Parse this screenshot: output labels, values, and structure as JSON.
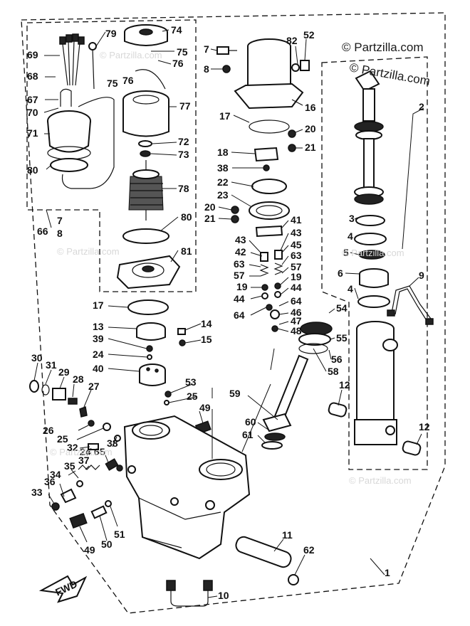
{
  "watermark": "© Partzilla.com",
  "watermark_faint": "© Partzilla.com",
  "fwd_label": "FWD",
  "callouts": {
    "c79": "79",
    "c74": "74",
    "c75a": "75",
    "c76a": "76",
    "c69": "69",
    "c68": "68",
    "c75b": "75",
    "c76b": "76",
    "c67": "67",
    "c70": "70",
    "c77": "77",
    "c71": "71",
    "c72": "72",
    "c73": "73",
    "c80a": "80",
    "c78": "78",
    "c66": "66",
    "c7a": "7",
    "c8a": "8",
    "c80b": "80",
    "c81": "81",
    "c7b": "7",
    "c8b": "8",
    "c82": "82",
    "c52": "52",
    "c16": "16",
    "c17a": "17",
    "c20a": "20",
    "c21a": "21",
    "c18": "18",
    "c38a": "38",
    "c22": "22",
    "c23": "23",
    "c20b": "20",
    "c21b": "21",
    "c41": "41",
    "c43a": "43",
    "c43b": "43",
    "c42": "42",
    "c45": "45",
    "c63a": "63",
    "c63b": "63",
    "c57a": "57",
    "c57b": "57",
    "c19a": "19",
    "c19b": "19",
    "c44a": "44",
    "c44b": "44",
    "c64a": "64",
    "c64b": "64",
    "c46": "46",
    "c47": "47",
    "c48": "48",
    "c54": "54",
    "c55": "55",
    "c56": "56",
    "c58": "58",
    "c2": "2",
    "c3": "3",
    "c4a": "4",
    "c5": "5",
    "c6": "6",
    "c4b": "4",
    "c9": "9",
    "c17b": "17",
    "c13": "13",
    "c39": "39",
    "c24a": "24",
    "c40": "40",
    "c14": "14",
    "c15": "15",
    "c53": "53",
    "c25a": "25",
    "c49a": "49",
    "c30": "30",
    "c31": "31",
    "c29": "29",
    "c28": "28",
    "c27": "27",
    "c26": "26",
    "c25b": "25",
    "c32": "32",
    "c24b": "24",
    "c38b": "38",
    "c65": "65",
    "c37": "37",
    "c34": "34",
    "c35": "35",
    "c36": "36",
    "c33": "33",
    "c49b": "49",
    "c50": "50",
    "c51": "51",
    "c59": "59",
    "c60": "60",
    "c61": "61",
    "c12a": "12",
    "c12b": "12",
    "c11": "11",
    "c62": "62",
    "c1": "1",
    "c10": "10"
  }
}
